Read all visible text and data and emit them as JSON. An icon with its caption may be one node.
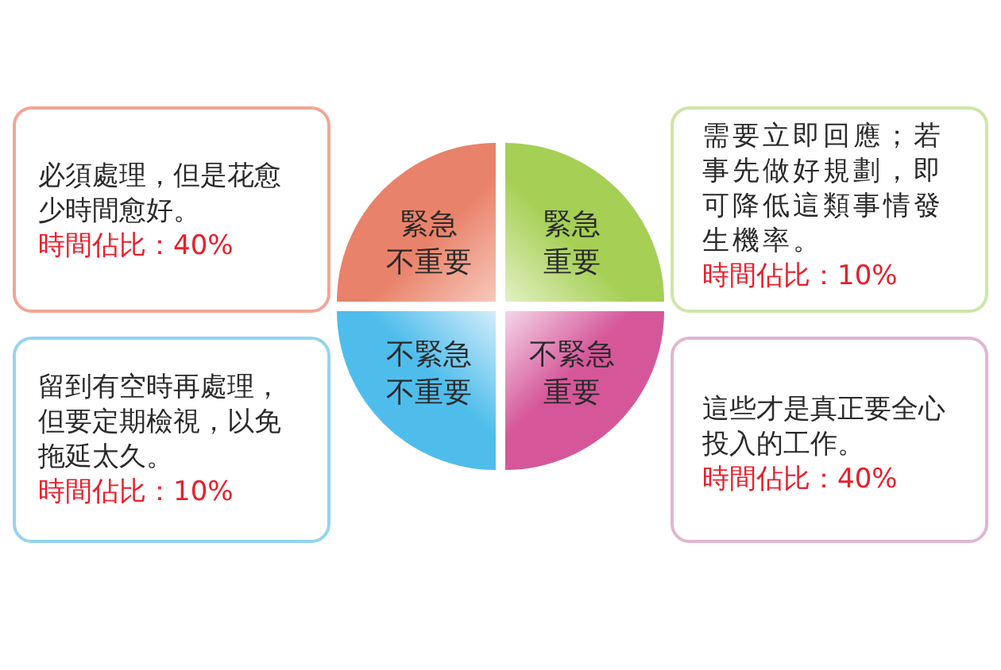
{
  "diagram": {
    "nodes": [
      {
        "text": [
          "必須處理，但是花愈少時間愈好。",
          "時間佔比：40%"
        ]
      },
      {
        "text": [
          "緊急",
          "不重要"
        ]
      },
      {
        "text": [
          "緊急",
          "重要"
        ]
      },
      {
        "text": [
          "需要立即回應；若事先做好規劃，即可降低這類事情發生機率。",
          "時間佔比：10%"
        ]
      },
      {
        "text": [
          "留到有空時再處理，但要定期檢視，以免拖延太久。",
          "時間佔比：10%"
        ]
      },
      {
        "text": [
          "不緊急",
          "不重要"
        ]
      },
      {
        "text": [
          "不緊急",
          "重要"
        ]
      },
      {
        "text": [
          "這些才是真正要全心投入的工作。",
          "時間佔比：40%"
        ]
      }
    ]
  }
}
